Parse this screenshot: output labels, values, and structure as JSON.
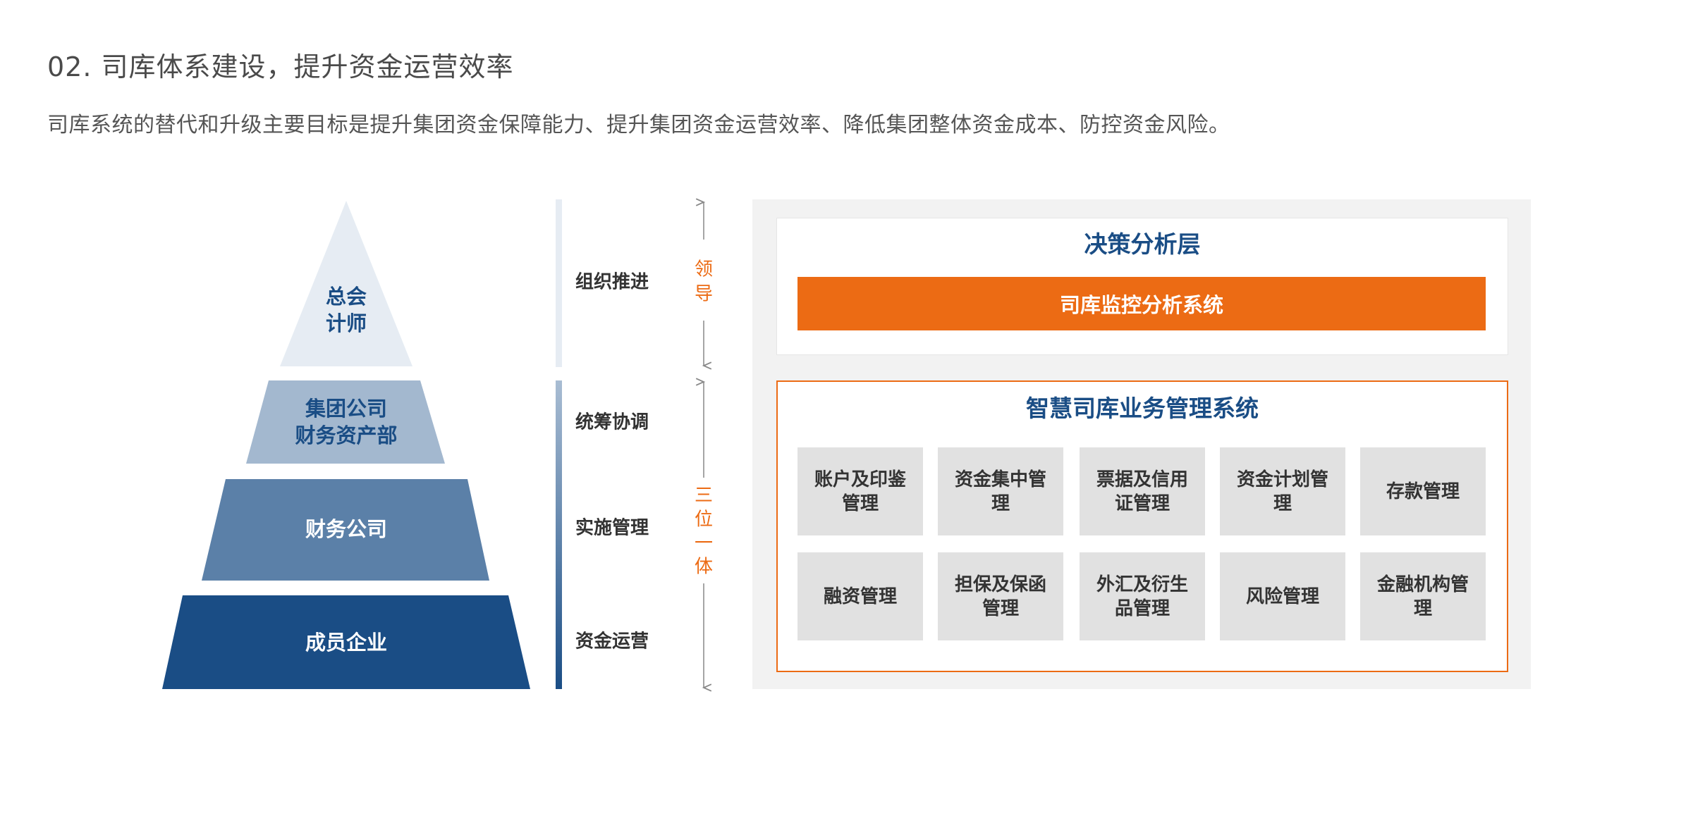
{
  "header": {
    "title": "02. 司库体系建设，提升资金运营效率",
    "subtitle": "司库系统的替代和升级主要目标是提升集团资金保障能力、提升集团资金运营效率、降低集团整体资金成本、防控资金风险。"
  },
  "pyramid": {
    "tiers": [
      {
        "line1": "总会",
        "line2": "计师",
        "color": "#e6ecf3",
        "text_color": "#1a4d85"
      },
      {
        "line1": "集团公司",
        "line2": "财务资产部",
        "color": "#a3b8cf",
        "text_color": "#1a4d85"
      },
      {
        "line1": "财务公司",
        "line2": "",
        "color": "#5b80a8",
        "text_color": "#ffffff"
      },
      {
        "line1": "成员企业",
        "line2": "",
        "color": "#1a4d85",
        "text_color": "#ffffff"
      }
    ],
    "roles": [
      "组织推进",
      "统筹协调",
      "实施管理",
      "资金运营"
    ],
    "leader_label": [
      "领",
      "导"
    ],
    "trinity_label": [
      "三",
      "位",
      "一",
      "体"
    ]
  },
  "decision_layer": {
    "title": "决策分析层",
    "system": "司库监控分析系统"
  },
  "business_layer": {
    "title": "智慧司库业务管理系统",
    "modules": [
      [
        "账户及印鉴管理",
        "资金集中管理",
        "票据及信用证管理",
        "资金计划管理",
        "存款管理"
      ],
      [
        "融资管理",
        "担保及保函管理",
        "外汇及衍生品管理",
        "风险管理",
        "金融机构管理"
      ]
    ]
  },
  "colors": {
    "accent_orange": "#ec6b14",
    "primary_blue": "#1a4d85",
    "panel_gray": "#f2f2f2",
    "tile_gray": "#e1e1e1"
  }
}
